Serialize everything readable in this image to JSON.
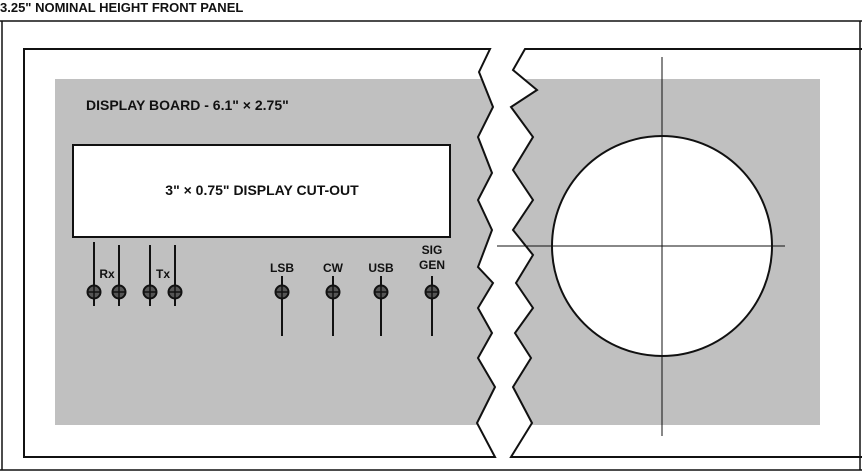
{
  "title": "3.25\" NOMINAL HEIGHT FRONT PANEL",
  "board_label": "DISPLAY BOARD - 6.1\" × 2.75\"",
  "cutout_label": "3\" × 0.75\" DISPLAY CUT-OUT",
  "connector_groups": [
    {
      "label": "Rx"
    },
    {
      "label": "Tx"
    }
  ],
  "controls": [
    {
      "label": "LSB"
    },
    {
      "label": "CW"
    },
    {
      "label": "USB"
    },
    {
      "label": "SIG",
      "label2": "GEN"
    }
  ],
  "colors": {
    "board": "#c0c0c0",
    "line": "#111111"
  }
}
